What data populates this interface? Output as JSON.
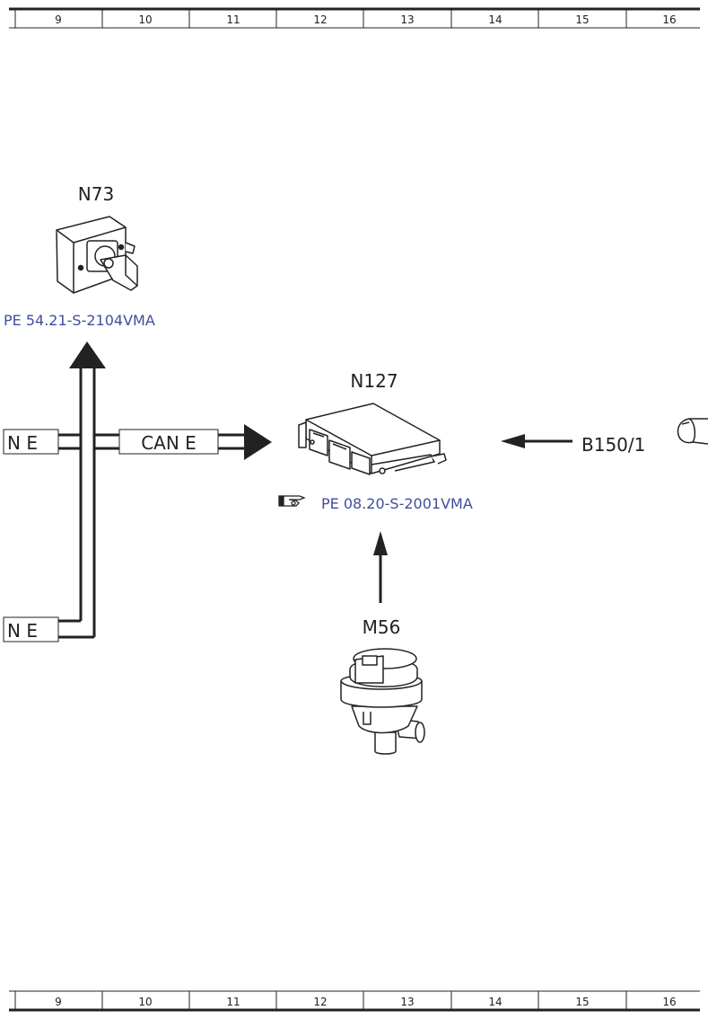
{
  "grid": {
    "columns": [
      "9",
      "10",
      "11",
      "12",
      "13",
      "14",
      "15",
      "16"
    ]
  },
  "components": {
    "n73": {
      "label": "N73",
      "ref": "PE 54.21-S-2104VMA"
    },
    "n127": {
      "label": "N127",
      "ref": "PE 08.20-S-2001VMA"
    },
    "m56": {
      "label": "M56"
    },
    "b150_1": {
      "label": "B150/1"
    }
  },
  "bus": {
    "left_top": "N E",
    "left_bottom": "N E",
    "middle": "CAN E"
  },
  "colors": {
    "line": "#222222",
    "reference_link": "#3f4e9c"
  },
  "icons": {
    "reference": "pointing-hand-icon"
  }
}
